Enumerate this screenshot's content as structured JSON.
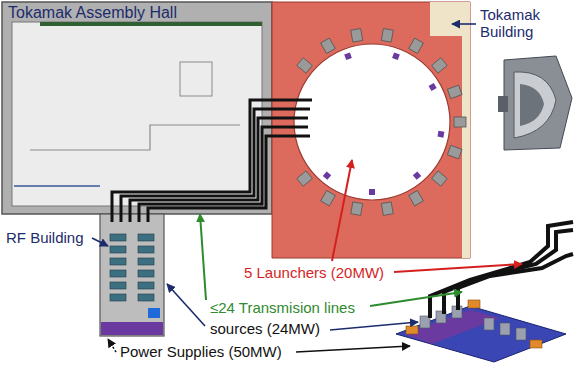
{
  "diagram": {
    "nodes": [
      {
        "text": [
          "Tokamak Assembly Hall"
        ]
      }
    ],
    "labels": [
      "Tokamak Building",
      "RF Building",
      "5 Launchers (20MW)",
      "≤24 Transmision lines",
      "sources (24MW)",
      "Power Supplies (50MW)"
    ]
  }
}
